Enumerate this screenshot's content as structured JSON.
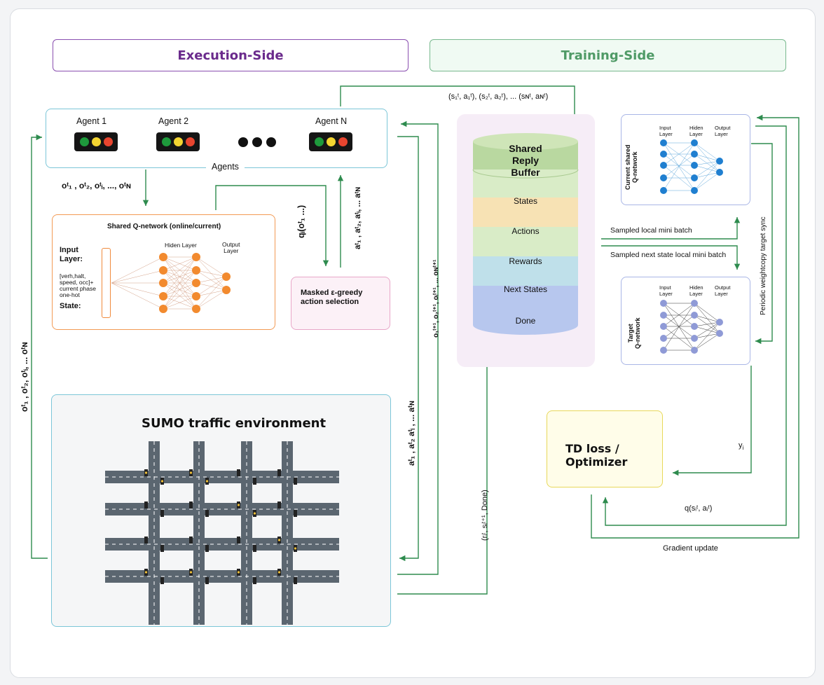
{
  "headers": {
    "execution": "Execution-Side",
    "training": "Training-Side"
  },
  "agents": {
    "items": [
      "Agent 1",
      "Agent 2",
      "Agent N"
    ],
    "caption": "Agents"
  },
  "qnet": {
    "title": "Shared Q-network (online/current)",
    "input_label": "Input\nLayer:",
    "state_features": "[verh,halt,\nspeed, occ]+\ncurrent phase\none-hot",
    "state_label": "State:",
    "hidden_label": "Hiden Layer",
    "output_label": "Output\nLayer"
  },
  "mask": {
    "label": "Masked ε-greedy\naction selection"
  },
  "sumo": {
    "title": "SUMO traffic environment"
  },
  "buffer": {
    "title": "Shared\nReply\nBuffer",
    "layers": [
      "States",
      "Actions",
      "Rewards",
      "Next States",
      "Done"
    ]
  },
  "current_net": {
    "side_label": "Current shared\nQ-network",
    "input": "Input\nLayer",
    "hidden": "Hiden\nLayer",
    "output": "Output\nLayer"
  },
  "target_net": {
    "side_label": "Target\nQ-network",
    "input": "Input\nLayer",
    "hidden": "Hiden\nLayer",
    "output": "Output\nLayer"
  },
  "td": {
    "label": "TD loss /\nOptimizer"
  },
  "flows": {
    "transitions_top": "(s₁ᵗ, a₁ᵗ), (s₂ᵗ, a₂ᵗ), ... (sɴᵗ, aɴᵗ)",
    "sampled_local": "Sampled local mini batch",
    "sampled_next": "Sampled next state local mini batch",
    "periodic_sync": "Periodic weightcopy target sync",
    "yi": "y",
    "q_sa": "q(sᵢᵗ, aᵢᵗ)",
    "gradient": "Gradient update",
    "reward_tuple": "(rᵢᵗ, sᵢᵗ⁺¹, Done)",
    "obs_list": "oᵗ₁ , oᵗ₂, oᵗᵢ, ..., oᵗɴ",
    "obs_left": "oᵗ₁ , oᵗ₂, oᵗᵢ, ... oᵗɴ",
    "q_oi": "qᵢ(oᵗ₁ ...)",
    "actions_up": "aᵗ₁ , aᵗ₂, aᵗᵢ, ... aᵗɴ",
    "actions_mid": "aᵗ₁ , aᵗ₂ aᵗᵢ , ... aᵗɴ",
    "next_obs": "o₁ᵗ⁺¹, o₂ᵗ⁺¹, oᵢᵗ⁺¹, ... oɴᵗ⁺¹"
  },
  "colors": {
    "arrow": "#2e8b4e",
    "exec": "#6a2a8c",
    "train": "#4f9a66"
  }
}
